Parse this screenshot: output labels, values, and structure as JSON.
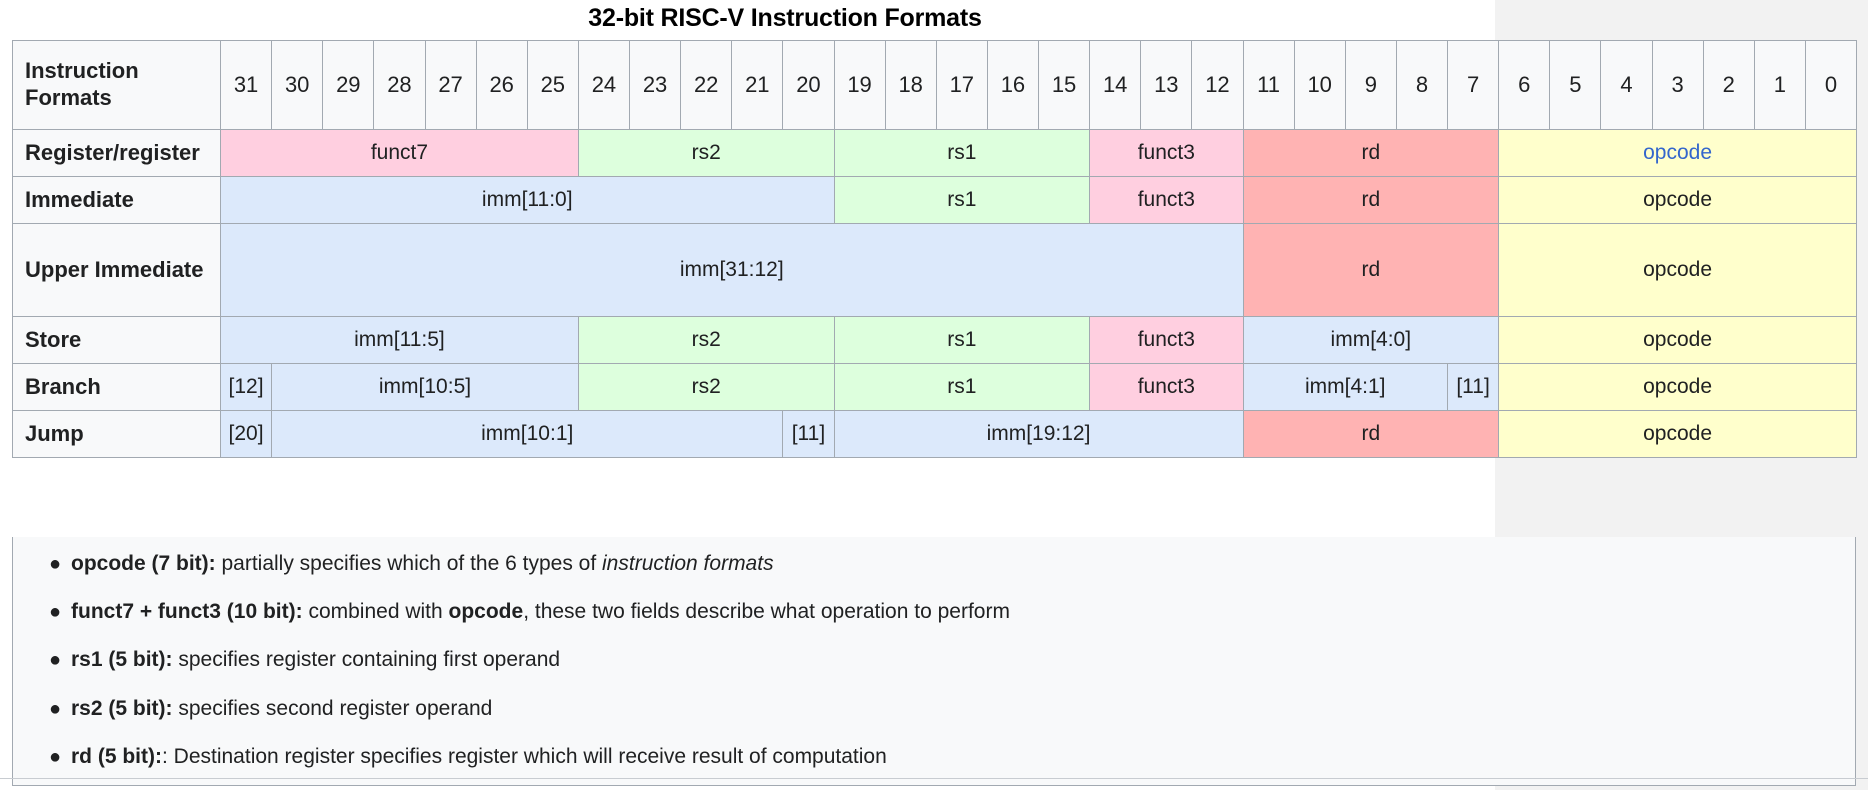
{
  "page": {
    "title": "32-bit RISC-V Instruction Formats",
    "accent_link_color": "#3366cc",
    "field_colors": {
      "funct": "#ffcfe0",
      "register": "#ddffdd",
      "rd": "#ffb3b3",
      "immediate": "#dce9fb",
      "opcode": "#ffffcc"
    },
    "bullet_glyph": "●"
  },
  "table": {
    "corner_label": "Instruction Formats",
    "bit_headers": [
      "31",
      "30",
      "29",
      "28",
      "27",
      "26",
      "25",
      "24",
      "23",
      "22",
      "21",
      "20",
      "19",
      "18",
      "17",
      "16",
      "15",
      "14",
      "13",
      "12",
      "11",
      "10",
      "9",
      "8",
      "7",
      "6",
      "5",
      "4",
      "3",
      "2",
      "1",
      "0"
    ],
    "rows": [
      {
        "name": "Register/register",
        "fields": [
          {
            "label": "funct7",
            "bits": 7,
            "kind": "funct",
            "link": false
          },
          {
            "label": "rs2",
            "bits": 5,
            "kind": "register",
            "link": false
          },
          {
            "label": "rs1",
            "bits": 5,
            "kind": "register",
            "link": false
          },
          {
            "label": "funct3",
            "bits": 3,
            "kind": "funct",
            "link": false
          },
          {
            "label": "rd",
            "bits": 5,
            "kind": "rd",
            "link": false
          },
          {
            "label": "opcode",
            "bits": 7,
            "kind": "opcode",
            "link": true
          }
        ]
      },
      {
        "name": "Immediate",
        "fields": [
          {
            "label": "imm[11:0]",
            "bits": 12,
            "kind": "immediate",
            "link": false
          },
          {
            "label": "rs1",
            "bits": 5,
            "kind": "register",
            "link": false
          },
          {
            "label": "funct3",
            "bits": 3,
            "kind": "funct",
            "link": false
          },
          {
            "label": "rd",
            "bits": 5,
            "kind": "rd",
            "link": false
          },
          {
            "label": "opcode",
            "bits": 7,
            "kind": "opcode",
            "link": false
          }
        ]
      },
      {
        "name": "Upper Immediate",
        "fields": [
          {
            "label": "imm[31:12]",
            "bits": 20,
            "kind": "immediate",
            "link": false
          },
          {
            "label": "rd",
            "bits": 5,
            "kind": "rd",
            "link": false
          },
          {
            "label": "opcode",
            "bits": 7,
            "kind": "opcode",
            "link": false
          }
        ]
      },
      {
        "name": "Store",
        "fields": [
          {
            "label": "imm[11:5]",
            "bits": 7,
            "kind": "immediate",
            "link": false
          },
          {
            "label": "rs2",
            "bits": 5,
            "kind": "register",
            "link": false
          },
          {
            "label": "rs1",
            "bits": 5,
            "kind": "register",
            "link": false
          },
          {
            "label": "funct3",
            "bits": 3,
            "kind": "funct",
            "link": false
          },
          {
            "label": "imm[4:0]",
            "bits": 5,
            "kind": "immediate",
            "link": false
          },
          {
            "label": "opcode",
            "bits": 7,
            "kind": "opcode",
            "link": false
          }
        ]
      },
      {
        "name": "Branch",
        "fields": [
          {
            "label": "[12]",
            "bits": 1,
            "kind": "immediate",
            "link": false
          },
          {
            "label": "imm[10:5]",
            "bits": 6,
            "kind": "immediate",
            "link": false
          },
          {
            "label": "rs2",
            "bits": 5,
            "kind": "register",
            "link": false
          },
          {
            "label": "rs1",
            "bits": 5,
            "kind": "register",
            "link": false
          },
          {
            "label": "funct3",
            "bits": 3,
            "kind": "funct",
            "link": false
          },
          {
            "label": "imm[4:1]",
            "bits": 4,
            "kind": "immediate",
            "link": false
          },
          {
            "label": "[11]",
            "bits": 1,
            "kind": "immediate",
            "link": false
          },
          {
            "label": "opcode",
            "bits": 7,
            "kind": "opcode",
            "link": false
          }
        ]
      },
      {
        "name": "Jump",
        "fields": [
          {
            "label": "[20]",
            "bits": 1,
            "kind": "immediate",
            "link": false
          },
          {
            "label": "imm[10:1]",
            "bits": 10,
            "kind": "immediate",
            "link": false
          },
          {
            "label": "[11]",
            "bits": 1,
            "kind": "immediate",
            "link": false
          },
          {
            "label": "imm[19:12]",
            "bits": 8,
            "kind": "immediate",
            "link": false
          },
          {
            "label": "rd",
            "bits": 5,
            "kind": "rd",
            "link": false
          },
          {
            "label": "opcode",
            "bits": 7,
            "kind": "opcode",
            "link": false
          }
        ]
      }
    ]
  },
  "notes": [
    {
      "parts": [
        {
          "text": "opcode (7 bit):",
          "style": "bold"
        },
        {
          "text": " partially specifies which of the 6 types of ",
          "style": "normal"
        },
        {
          "text": "instruction formats",
          "style": "italic"
        }
      ]
    },
    {
      "parts": [
        {
          "text": "funct7 + funct3 (10 bit):",
          "style": "bold"
        },
        {
          "text": " combined with ",
          "style": "normal"
        },
        {
          "text": "opcode",
          "style": "bold"
        },
        {
          "text": ", these two fields describe what operation to perform",
          "style": "normal"
        }
      ]
    },
    {
      "parts": [
        {
          "text": "rs1 (5 bit):",
          "style": "bold"
        },
        {
          "text": " specifies register containing first operand",
          "style": "normal"
        }
      ]
    },
    {
      "parts": [
        {
          "text": "rs2 (5 bit):",
          "style": "bold"
        },
        {
          "text": " specifies second register operand",
          "style": "normal"
        }
      ]
    },
    {
      "parts": [
        {
          "text": "rd (5 bit):",
          "style": "bold"
        },
        {
          "text": ": Destination register specifies register which will receive result of computation",
          "style": "normal"
        }
      ]
    }
  ]
}
